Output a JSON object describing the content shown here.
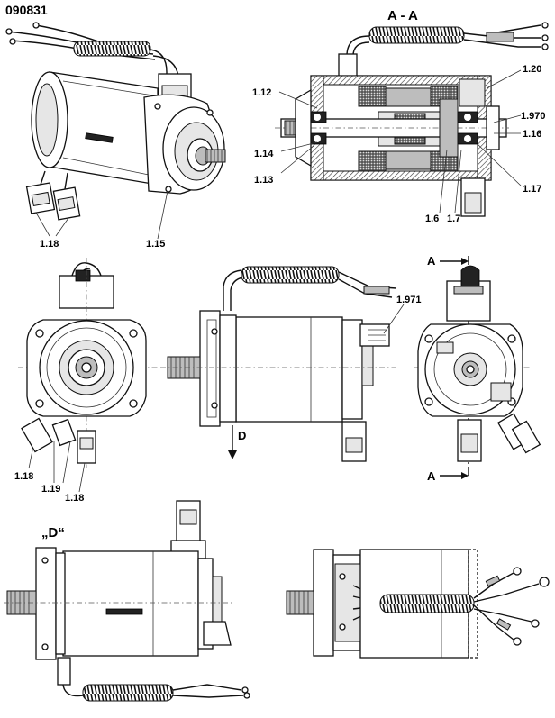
{
  "drawing_number": "090831",
  "section_title": "A - A",
  "view_label": "„D“",
  "section_markers": [
    "A",
    "A"
  ],
  "view_arrow_label": "D",
  "callouts": {
    "c1_20": "1.20",
    "c1_12": "1.12",
    "c1_970": "1.970",
    "c1_16": "1.16",
    "c1_14": "1.14",
    "c1_13": "1.13",
    "c1_17": "1.17",
    "c1_6": "1.6",
    "c1_7": "1.7",
    "c1_18_top": "1.18",
    "c1_15": "1.15",
    "c1_971": "1.971",
    "c1_18_left": "1.18",
    "c1_19": "1.19",
    "c1_18_bottom": "1.18"
  }
}
